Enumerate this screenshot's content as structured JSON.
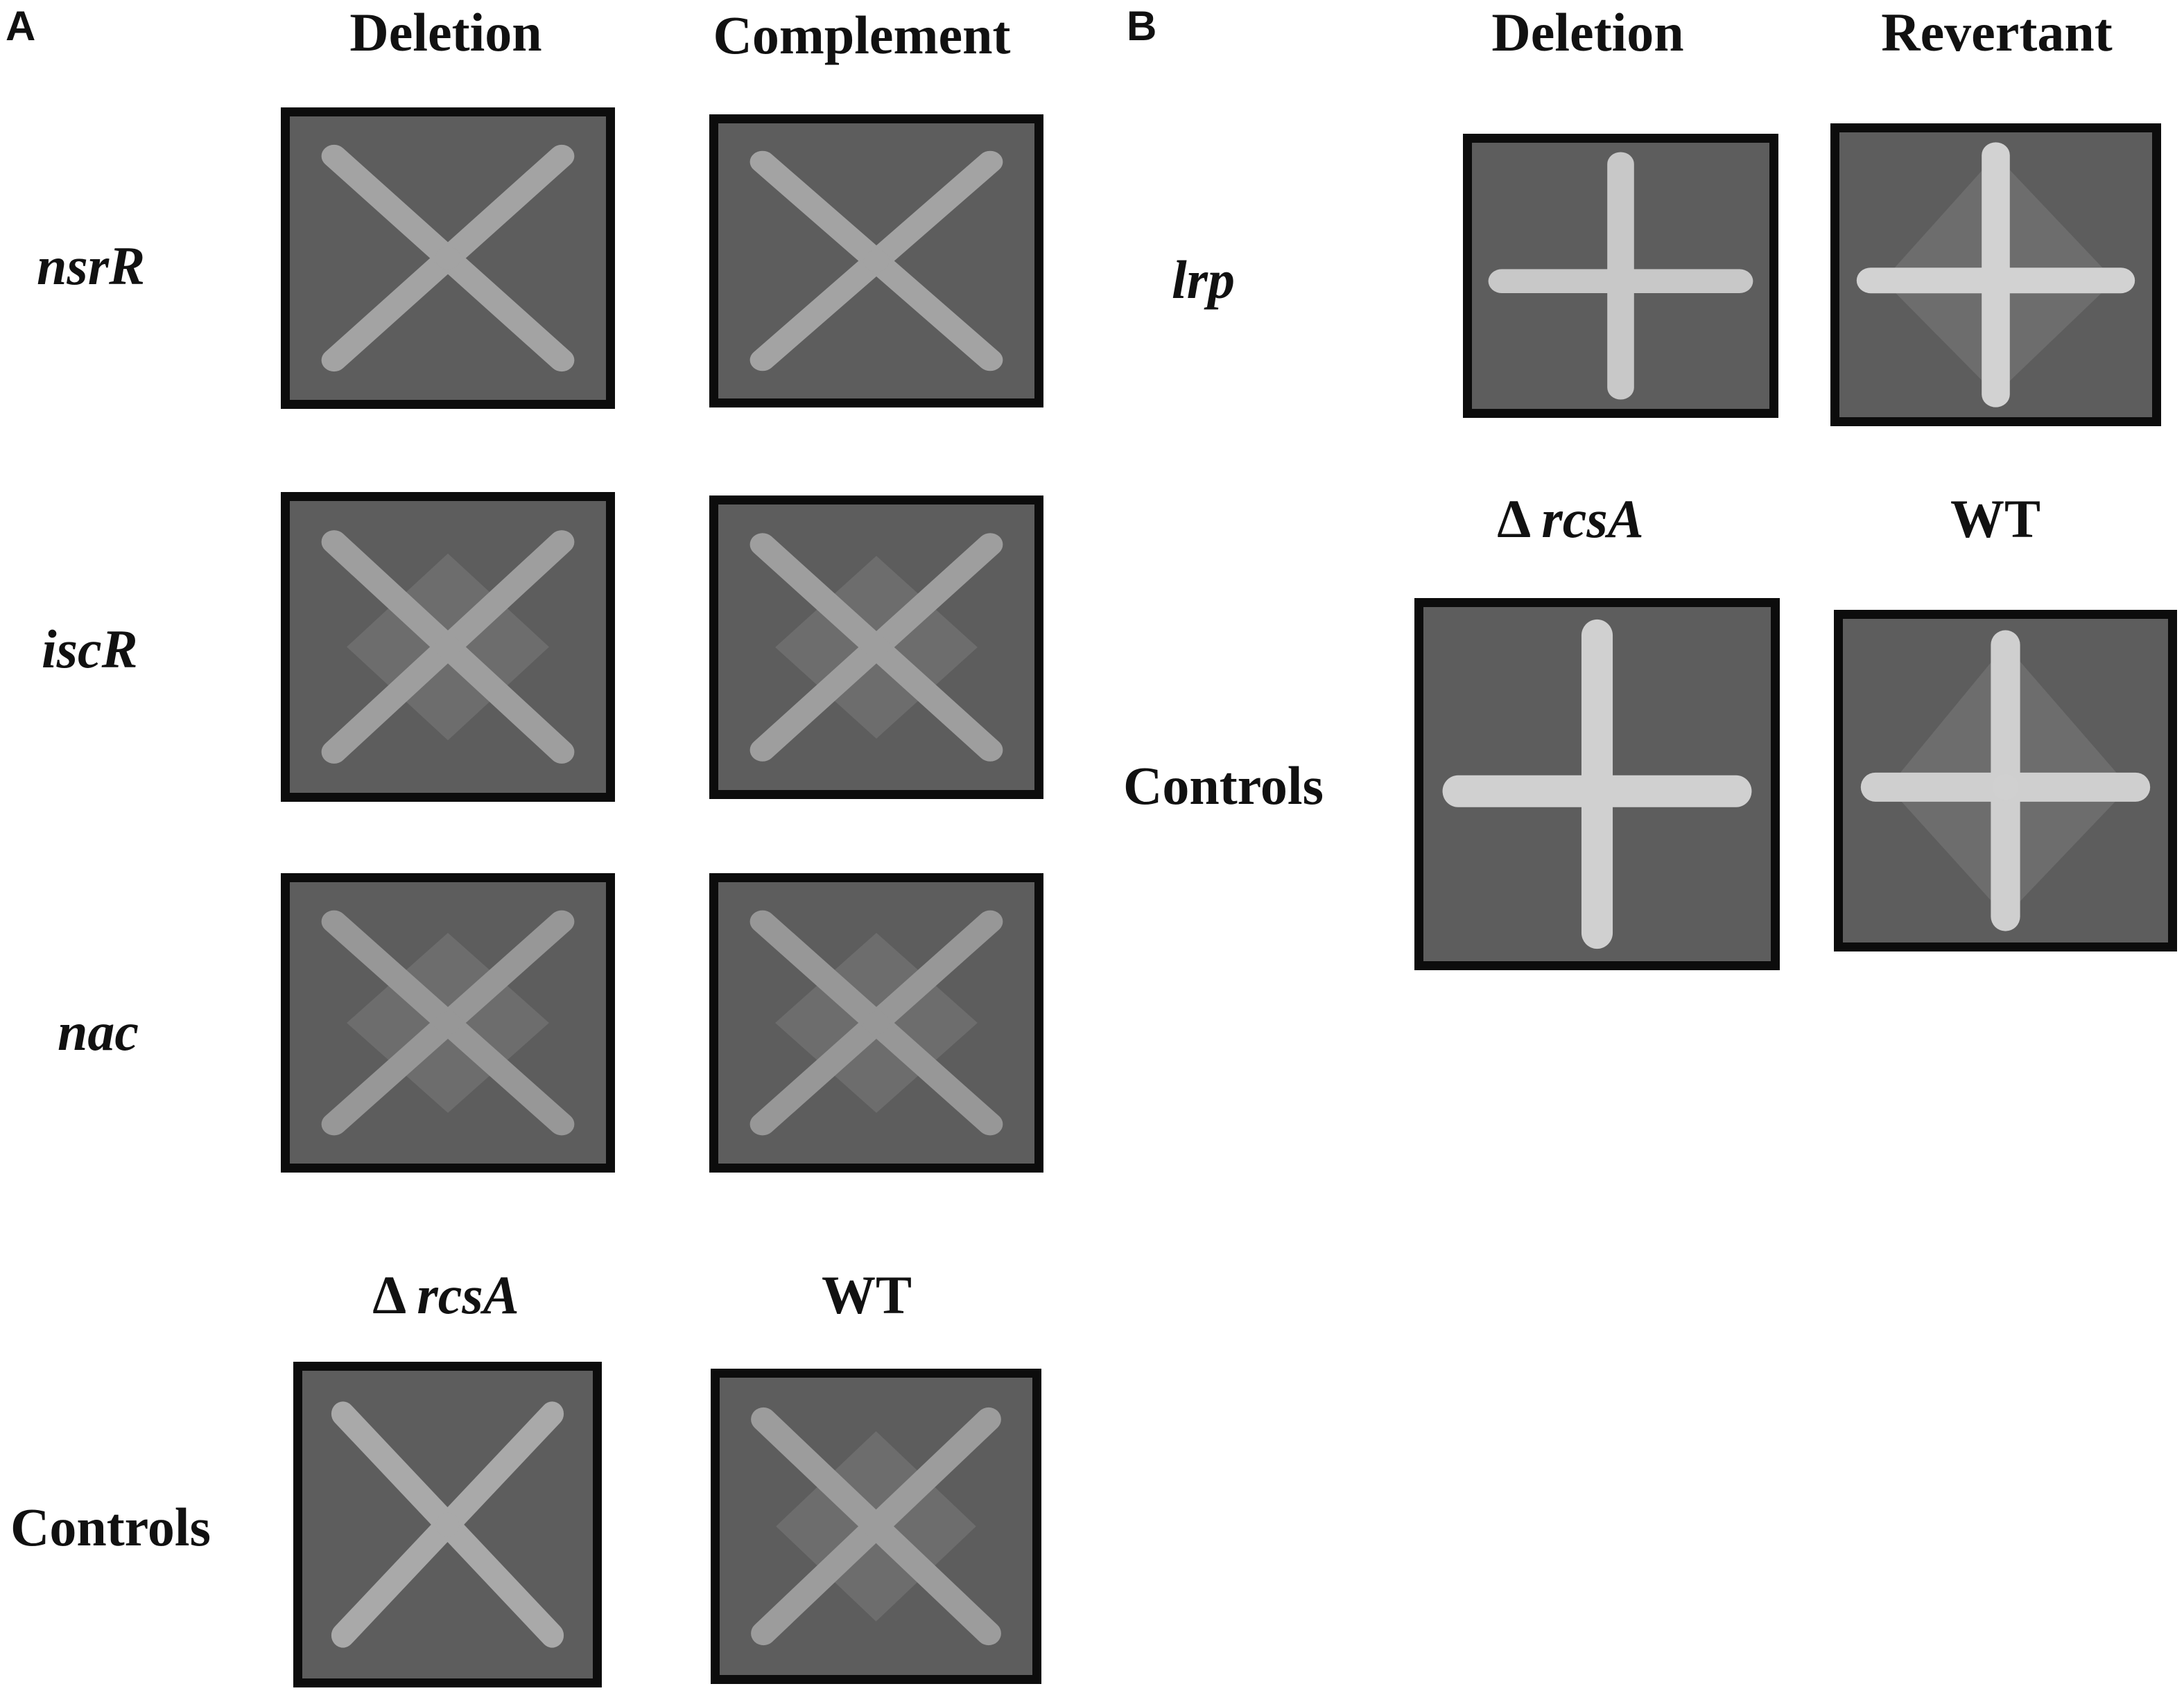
{
  "panel_a": {
    "letter": "A",
    "columns": [
      "Deletion",
      "Complement"
    ],
    "rows": [
      {
        "label": "nsrR",
        "plates": [
          {
            "name": "nsrR-deletion",
            "shape": "x",
            "color": "#a3a3a3",
            "halo": false
          },
          {
            "name": "nsrR-complement",
            "shape": "x",
            "color": "#a3a3a3",
            "halo": false
          }
        ]
      },
      {
        "label": "iscR",
        "plates": [
          {
            "name": "iscR-deletion",
            "shape": "x",
            "color": "#9e9e9e",
            "halo": true
          },
          {
            "name": "iscR-complement",
            "shape": "x",
            "color": "#9e9e9e",
            "halo": true
          }
        ]
      },
      {
        "label": "nac",
        "plates": [
          {
            "name": "nac-deletion",
            "shape": "x",
            "color": "#979797",
            "halo": true
          },
          {
            "name": "nac-complement",
            "shape": "x",
            "color": "#979797",
            "halo": true
          }
        ]
      }
    ],
    "controls": {
      "label": "Controls",
      "mutant_delta": "Δ",
      "mutant_gene": "rcsA",
      "wt_label": "WT",
      "plates": [
        {
          "name": "rcsA-control",
          "shape": "x",
          "color": "#a9a9a9",
          "halo": false
        },
        {
          "name": "wt-control",
          "shape": "x",
          "color": "#9c9c9c",
          "halo": true
        }
      ]
    }
  },
  "panel_b": {
    "letter": "B",
    "columns": [
      "Deletion",
      "Revertant"
    ],
    "rows": [
      {
        "label": "lrp",
        "plates": [
          {
            "name": "lrp-deletion",
            "shape": "plus",
            "color": "#c8c8c8",
            "halo": false
          },
          {
            "name": "lrp-revertant",
            "shape": "plus",
            "color": "#d2d2d2",
            "halo": true
          }
        ]
      }
    ],
    "controls": {
      "label": "Controls",
      "mutant_delta": "Δ",
      "mutant_gene": "rcsA",
      "wt_label": "WT",
      "plates": [
        {
          "name": "rcsA-control-b",
          "shape": "plus",
          "color": "#d0d0d0",
          "halo": false
        },
        {
          "name": "wt-control-b",
          "shape": "plus",
          "color": "#cfcfcf",
          "halo": true
        }
      ]
    }
  }
}
